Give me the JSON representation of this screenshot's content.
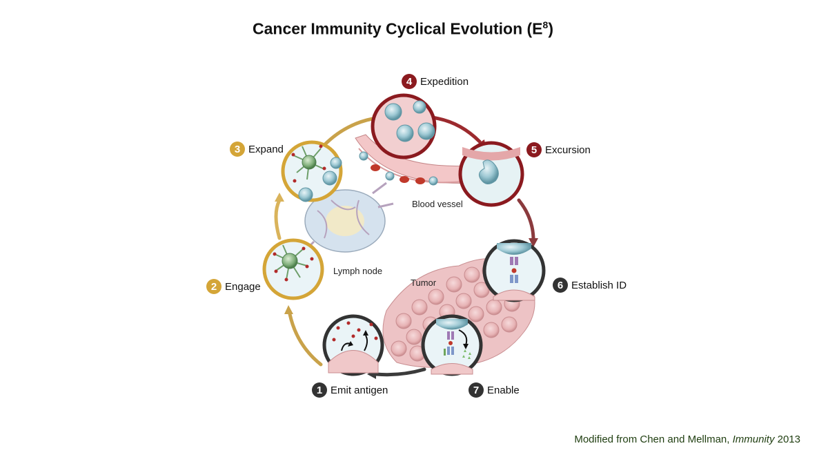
{
  "title": {
    "text": "Cancer Immunity Cyclical Evolution (E",
    "sup": "8",
    "close": ")"
  },
  "steps": [
    {
      "num": "1",
      "label": "Emit antigen",
      "color": "#333333"
    },
    {
      "num": "2",
      "label": "Engage",
      "color": "#d4a537"
    },
    {
      "num": "3",
      "label": "Expand",
      "color": "#d4a537"
    },
    {
      "num": "4",
      "label": "Expedition",
      "color": "#8b1a1f"
    },
    {
      "num": "5",
      "label": "Excursion",
      "color": "#8b1a1f"
    },
    {
      "num": "6",
      "label": "Establish ID",
      "color": "#333333"
    },
    {
      "num": "7",
      "label": "Enable",
      "color": "#333333"
    }
  ],
  "regions": {
    "blood_vessel": "Blood vessel",
    "lymph_node": "Lymph node",
    "tumor": "Tumor"
  },
  "credit": {
    "prefix": "Modified from Chen and Mellman, ",
    "journal": "Immunity",
    "year": " 2013"
  }
}
